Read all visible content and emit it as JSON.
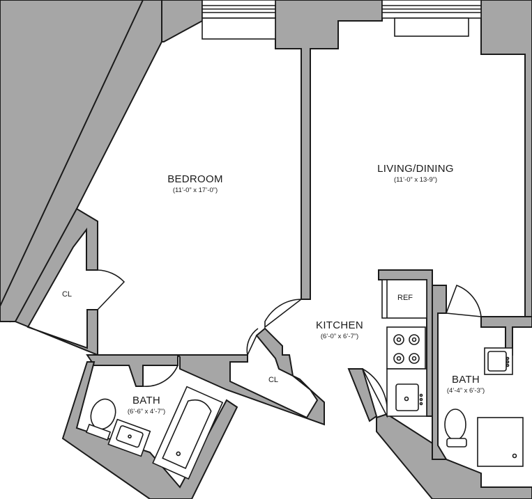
{
  "rooms": {
    "bedroom": {
      "name": "BEDROOM",
      "dims": "(11’-0” x 17’-0”)"
    },
    "living": {
      "name": "LIVING/DINING",
      "dims": "(11’-0” x 13-9”)"
    },
    "kitchen": {
      "name": "KITCHEN",
      "dims": "(6’-0” x 6’-7”)"
    },
    "bath_main": {
      "name": "BATH",
      "dims": "(6’-6” x 4’-7”)"
    },
    "bath_right": {
      "name": "BATH",
      "dims": "(4’-4” x 6’-3”)"
    },
    "closet_left": {
      "name": "CL"
    },
    "closet_center": {
      "name": "CL"
    },
    "refrigerator": {
      "name": "REF"
    }
  },
  "colors": {
    "wall": "#a6a6a6",
    "line": "#1a1a1a",
    "background": "#ffffff"
  }
}
